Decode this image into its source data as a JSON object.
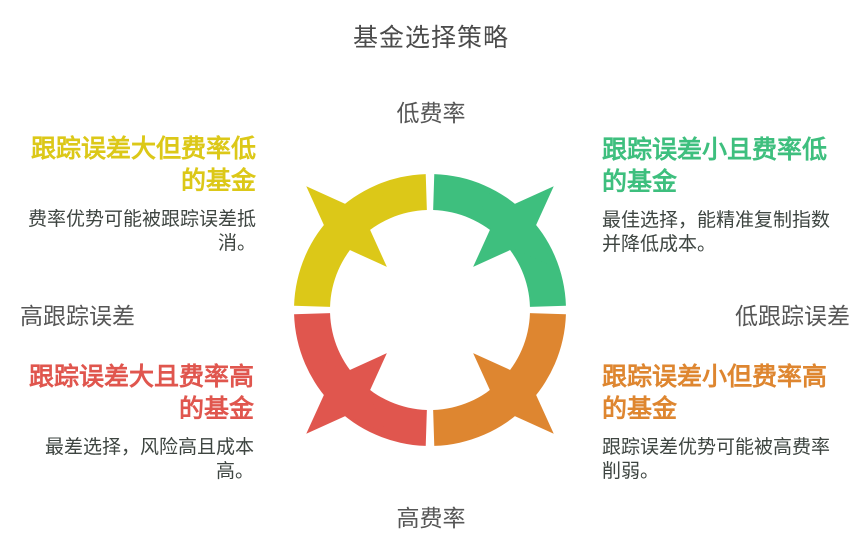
{
  "page_title": "基金选择策略",
  "axis_labels": {
    "top": "低费率",
    "bottom": "高费率",
    "left": "高跟踪误差",
    "right": "低跟踪误差"
  },
  "quadrants": {
    "top_left": {
      "color": "#dcc818",
      "title_lines": [
        "跟踪误差大但费率低",
        "的基金"
      ],
      "desc_lines": [
        "费率优势可能被跟踪误差抵",
        "消。"
      ]
    },
    "top_right": {
      "color": "#3ebf7e",
      "title_lines": [
        "跟踪误差小且费率低",
        "的基金"
      ],
      "desc_lines": [
        "最佳选择，能精准复制指数",
        "并降低成本。"
      ]
    },
    "bottom_left": {
      "color": "#e0564e",
      "title_lines": [
        "跟踪误差大且费率高",
        "的基金"
      ],
      "desc_lines": [
        "最差选择，风险高且成本",
        "高。"
      ]
    },
    "bottom_right": {
      "color": "#de8630",
      "title_lines": [
        "跟踪误差小但费率高",
        "的基金"
      ],
      "desc_lines": [
        "跟踪误差优势可能被高费率",
        "削弱。"
      ]
    }
  },
  "text_colors": {
    "heading": "#4b4b4b",
    "axis": "#565656",
    "description": "#3e4541"
  }
}
